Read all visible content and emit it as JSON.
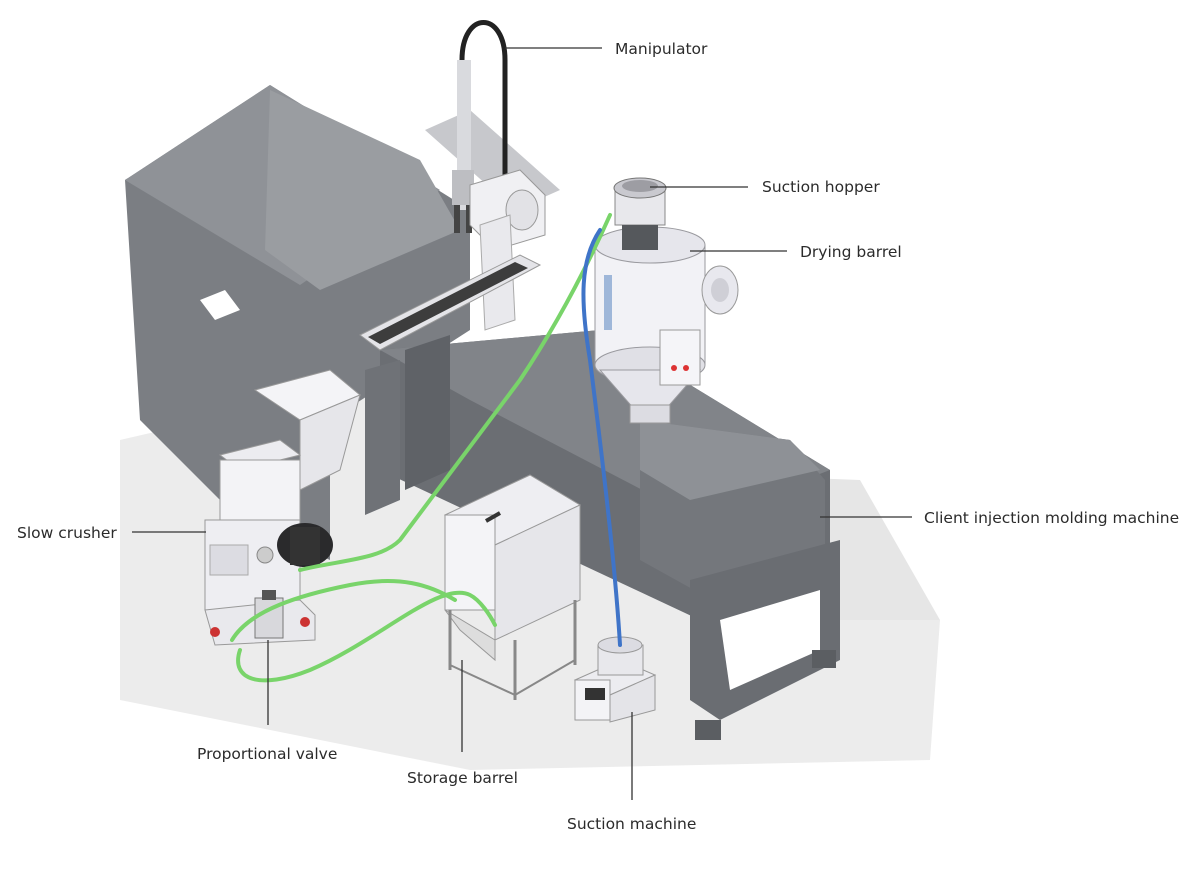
{
  "colors": {
    "machine_dark": "#6e7176",
    "machine_mid": "#8a8d92",
    "machine_light": "#a4a7ab",
    "equipment_white": "#eeeef3",
    "tube_green": "#79d46a",
    "tube_blue": "#3f74c8",
    "shadow": "#e3e3e3",
    "leader": "#333333"
  },
  "labels": {
    "manipulator": "Manipulator",
    "suction_hopper": "Suction hopper",
    "drying_barrel": "Drying barrel",
    "client_machine": "Client injection molding machine",
    "slow_crusher": "Slow crusher",
    "proportional_valve": "Proportional valve",
    "storage_barrel": "Storage barrel",
    "suction_machine": "Suction machine"
  }
}
